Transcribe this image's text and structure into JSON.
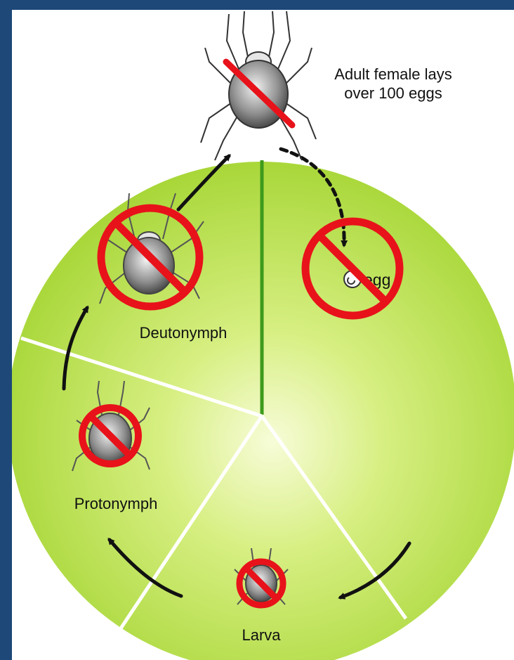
{
  "colors": {
    "frame": "#1d4878",
    "panel": "#ffffff",
    "disc_center": "#f7fcd8",
    "disc_edge": "#9fd22a",
    "divider_green": "#3d9a1c",
    "divider_white": "#ffffff",
    "no_symbol": "#e8121a",
    "arrow": "#111111"
  },
  "caption": {
    "line1": "Adult female lays",
    "line2": "over 100 eggs"
  },
  "stages": {
    "egg": "egg",
    "deutonymph": "Deutonymph",
    "protonymph": "Protonymph",
    "larva": "Larva"
  },
  "icons": {
    "adult": "mite-adult-icon",
    "deutonymph": "mite-deutonymph-icon",
    "protonymph": "mite-protonymph-icon",
    "larva": "mite-larva-icon",
    "egg": "egg-icon",
    "prohibit": "prohibited-icon"
  }
}
